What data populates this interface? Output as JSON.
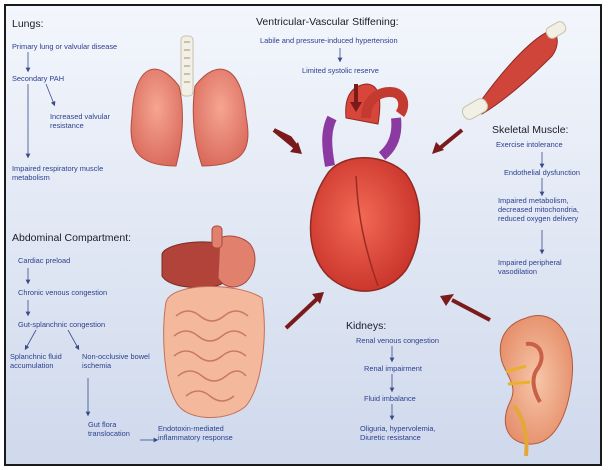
{
  "colors": {
    "flow_text": "#2c3f8f",
    "heading": "#1c1c2c",
    "arrow_big": "#7a1a1a",
    "flow_line": "#3a4c8a"
  },
  "lungs": {
    "title": "Lungs:",
    "items": [
      "Primary lung or valvular disease",
      "Secondary PAH",
      "Increased valvular resistance",
      "Impaired respiratory muscle metabolism"
    ]
  },
  "stiffening": {
    "title": "Ventricular-Vascular Stiffening:",
    "items": [
      "Labile and pressure-induced hypertension",
      "Limited systolic reserve"
    ]
  },
  "skeletal": {
    "title": "Skeletal Muscle:",
    "items": [
      "Exercise intolerance",
      "Endothelial dysfunction",
      "Impaired metabolism, decreased mitochondria, reduced oxygen delivery",
      "Impaired peripheral vasodilation"
    ]
  },
  "abdominal": {
    "title": "Abdominal Compartment:",
    "items": [
      "Cardiac preload",
      "Chronic venous congestion",
      "Gut-splanchnic congestion",
      "Splanchnic fluid accumulation",
      "Non-occlusive bowel ischemia",
      "Gut flora translocation",
      "Endotoxin-mediated inflammatory response"
    ]
  },
  "kidneys": {
    "title": "Kidneys:",
    "items": [
      "Renal venous congestion",
      "Renal impairment",
      "Fluid imbalance",
      "Oliguria, hypervolemia, Diuretic resistance"
    ]
  }
}
